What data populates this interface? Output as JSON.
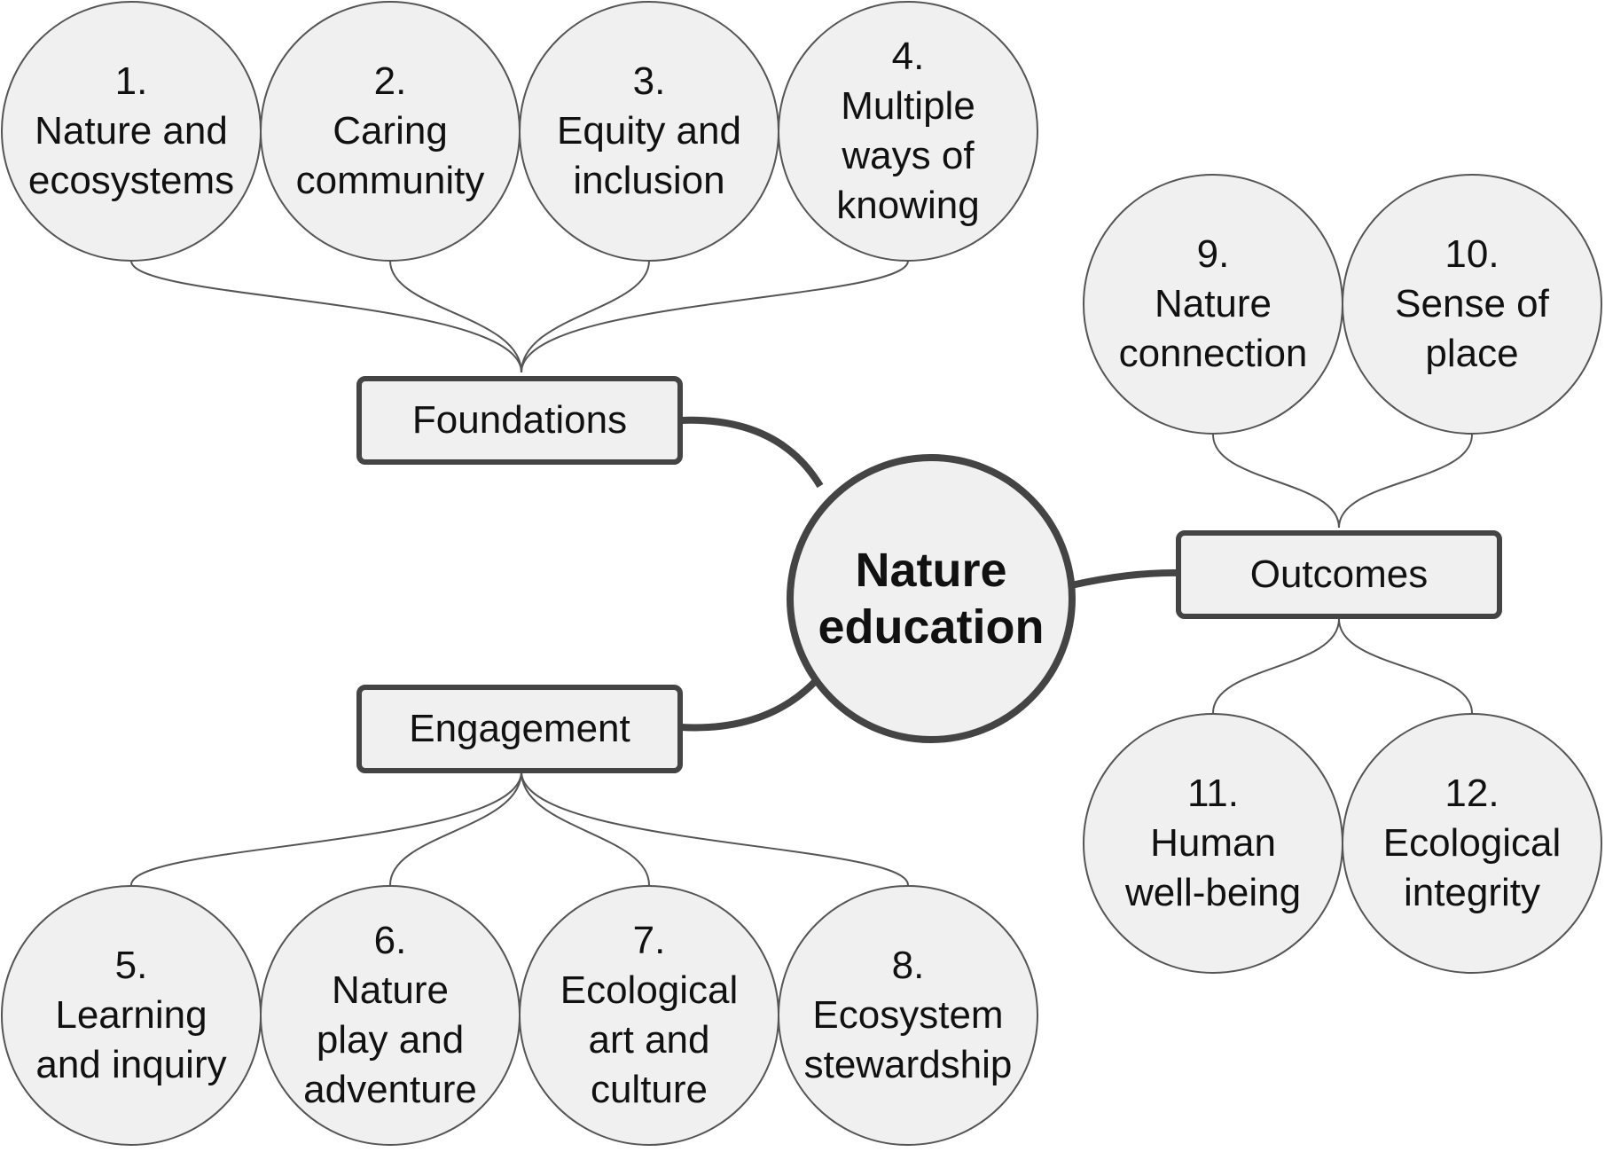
{
  "center": {
    "lines": [
      "Nature",
      "education"
    ]
  },
  "branches": {
    "foundations": "Foundations",
    "engagement": "Engagement",
    "outcomes": "Outcomes"
  },
  "nodes": [
    {
      "num": "1.",
      "lines": [
        "Nature and",
        "ecosystems"
      ]
    },
    {
      "num": "2.",
      "lines": [
        "Caring",
        "community"
      ]
    },
    {
      "num": "3.",
      "lines": [
        "Equity and",
        "inclusion"
      ]
    },
    {
      "num": "4.",
      "lines": [
        "Multiple",
        "ways of",
        "knowing"
      ]
    },
    {
      "num": "5.",
      "lines": [
        "Learning",
        "and inquiry"
      ]
    },
    {
      "num": "6.",
      "lines": [
        "Nature",
        "play and",
        "adventure"
      ]
    },
    {
      "num": "7.",
      "lines": [
        "Ecological",
        "art and",
        "culture"
      ]
    },
    {
      "num": "8.",
      "lines": [
        "Ecosystem",
        "stewardship"
      ]
    },
    {
      "num": "9.",
      "lines": [
        "Nature",
        "connection"
      ]
    },
    {
      "num": "10.",
      "lines": [
        "Sense of",
        "place"
      ]
    },
    {
      "num": "11.",
      "lines": [
        "Human",
        "well-being"
      ]
    },
    {
      "num": "12.",
      "lines": [
        "Ecological",
        "integrity"
      ]
    }
  ],
  "colors": {
    "node_fill": "#f0f0f0",
    "outline": "#444444",
    "connector": "#555555"
  }
}
